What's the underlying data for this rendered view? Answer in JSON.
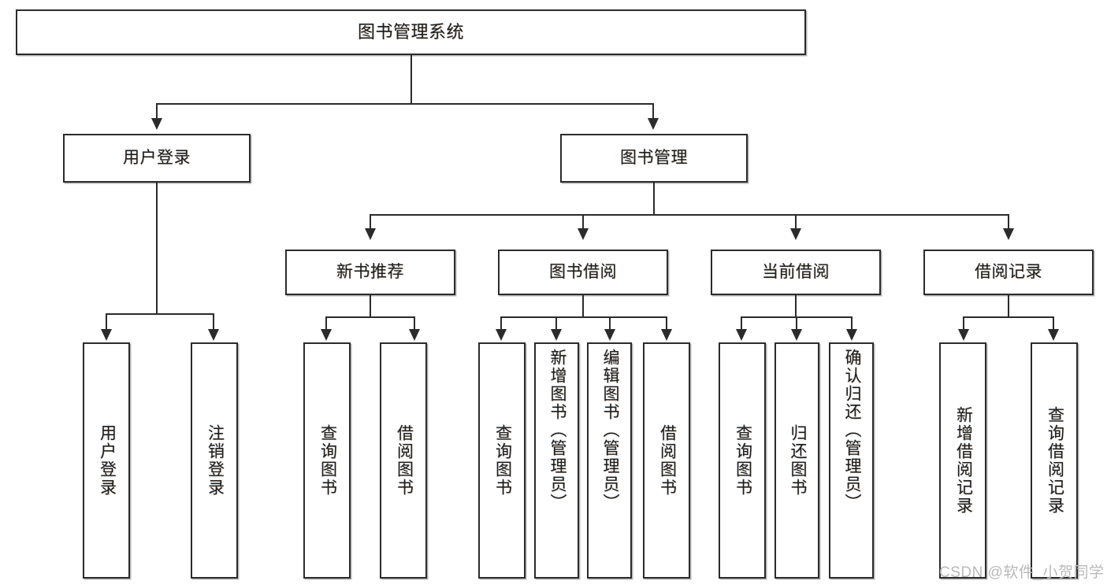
{
  "diagram": {
    "type": "tree",
    "title": "图书管理系统",
    "root": {
      "label": "图书管理系统"
    },
    "level1": [
      {
        "label": "用户登录"
      },
      {
        "label": "图书管理"
      }
    ],
    "level2": [
      {
        "label": "新书推荐"
      },
      {
        "label": "图书借阅"
      },
      {
        "label": "当前借阅"
      },
      {
        "label": "借阅记录"
      }
    ],
    "leaves": {
      "user_login": [
        {
          "label": "用户登录"
        },
        {
          "label": "注销登录"
        }
      ],
      "new_book_recommend": [
        {
          "label": "查询图书"
        },
        {
          "label": "借阅图书"
        }
      ],
      "book_borrow": [
        {
          "label": "查询图书"
        },
        {
          "label": "新增图书（管理员）"
        },
        {
          "label": "编辑图书（管理员）"
        },
        {
          "label": "借阅图书"
        }
      ],
      "current_borrow": [
        {
          "label": "查询图书"
        },
        {
          "label": "归还图书"
        },
        {
          "label": "确认归还（管理员）"
        }
      ],
      "borrow_record": [
        {
          "label": "新增借阅记录"
        },
        {
          "label": "查询借阅记录"
        }
      ]
    }
  },
  "watermark": {
    "text": "CSDN @软件_小贺同学"
  },
  "colors": {
    "stroke": "#2b2b2b",
    "fill": "#ffffff",
    "text": "#1d1d1d",
    "watermark": "#b9b9b9"
  }
}
